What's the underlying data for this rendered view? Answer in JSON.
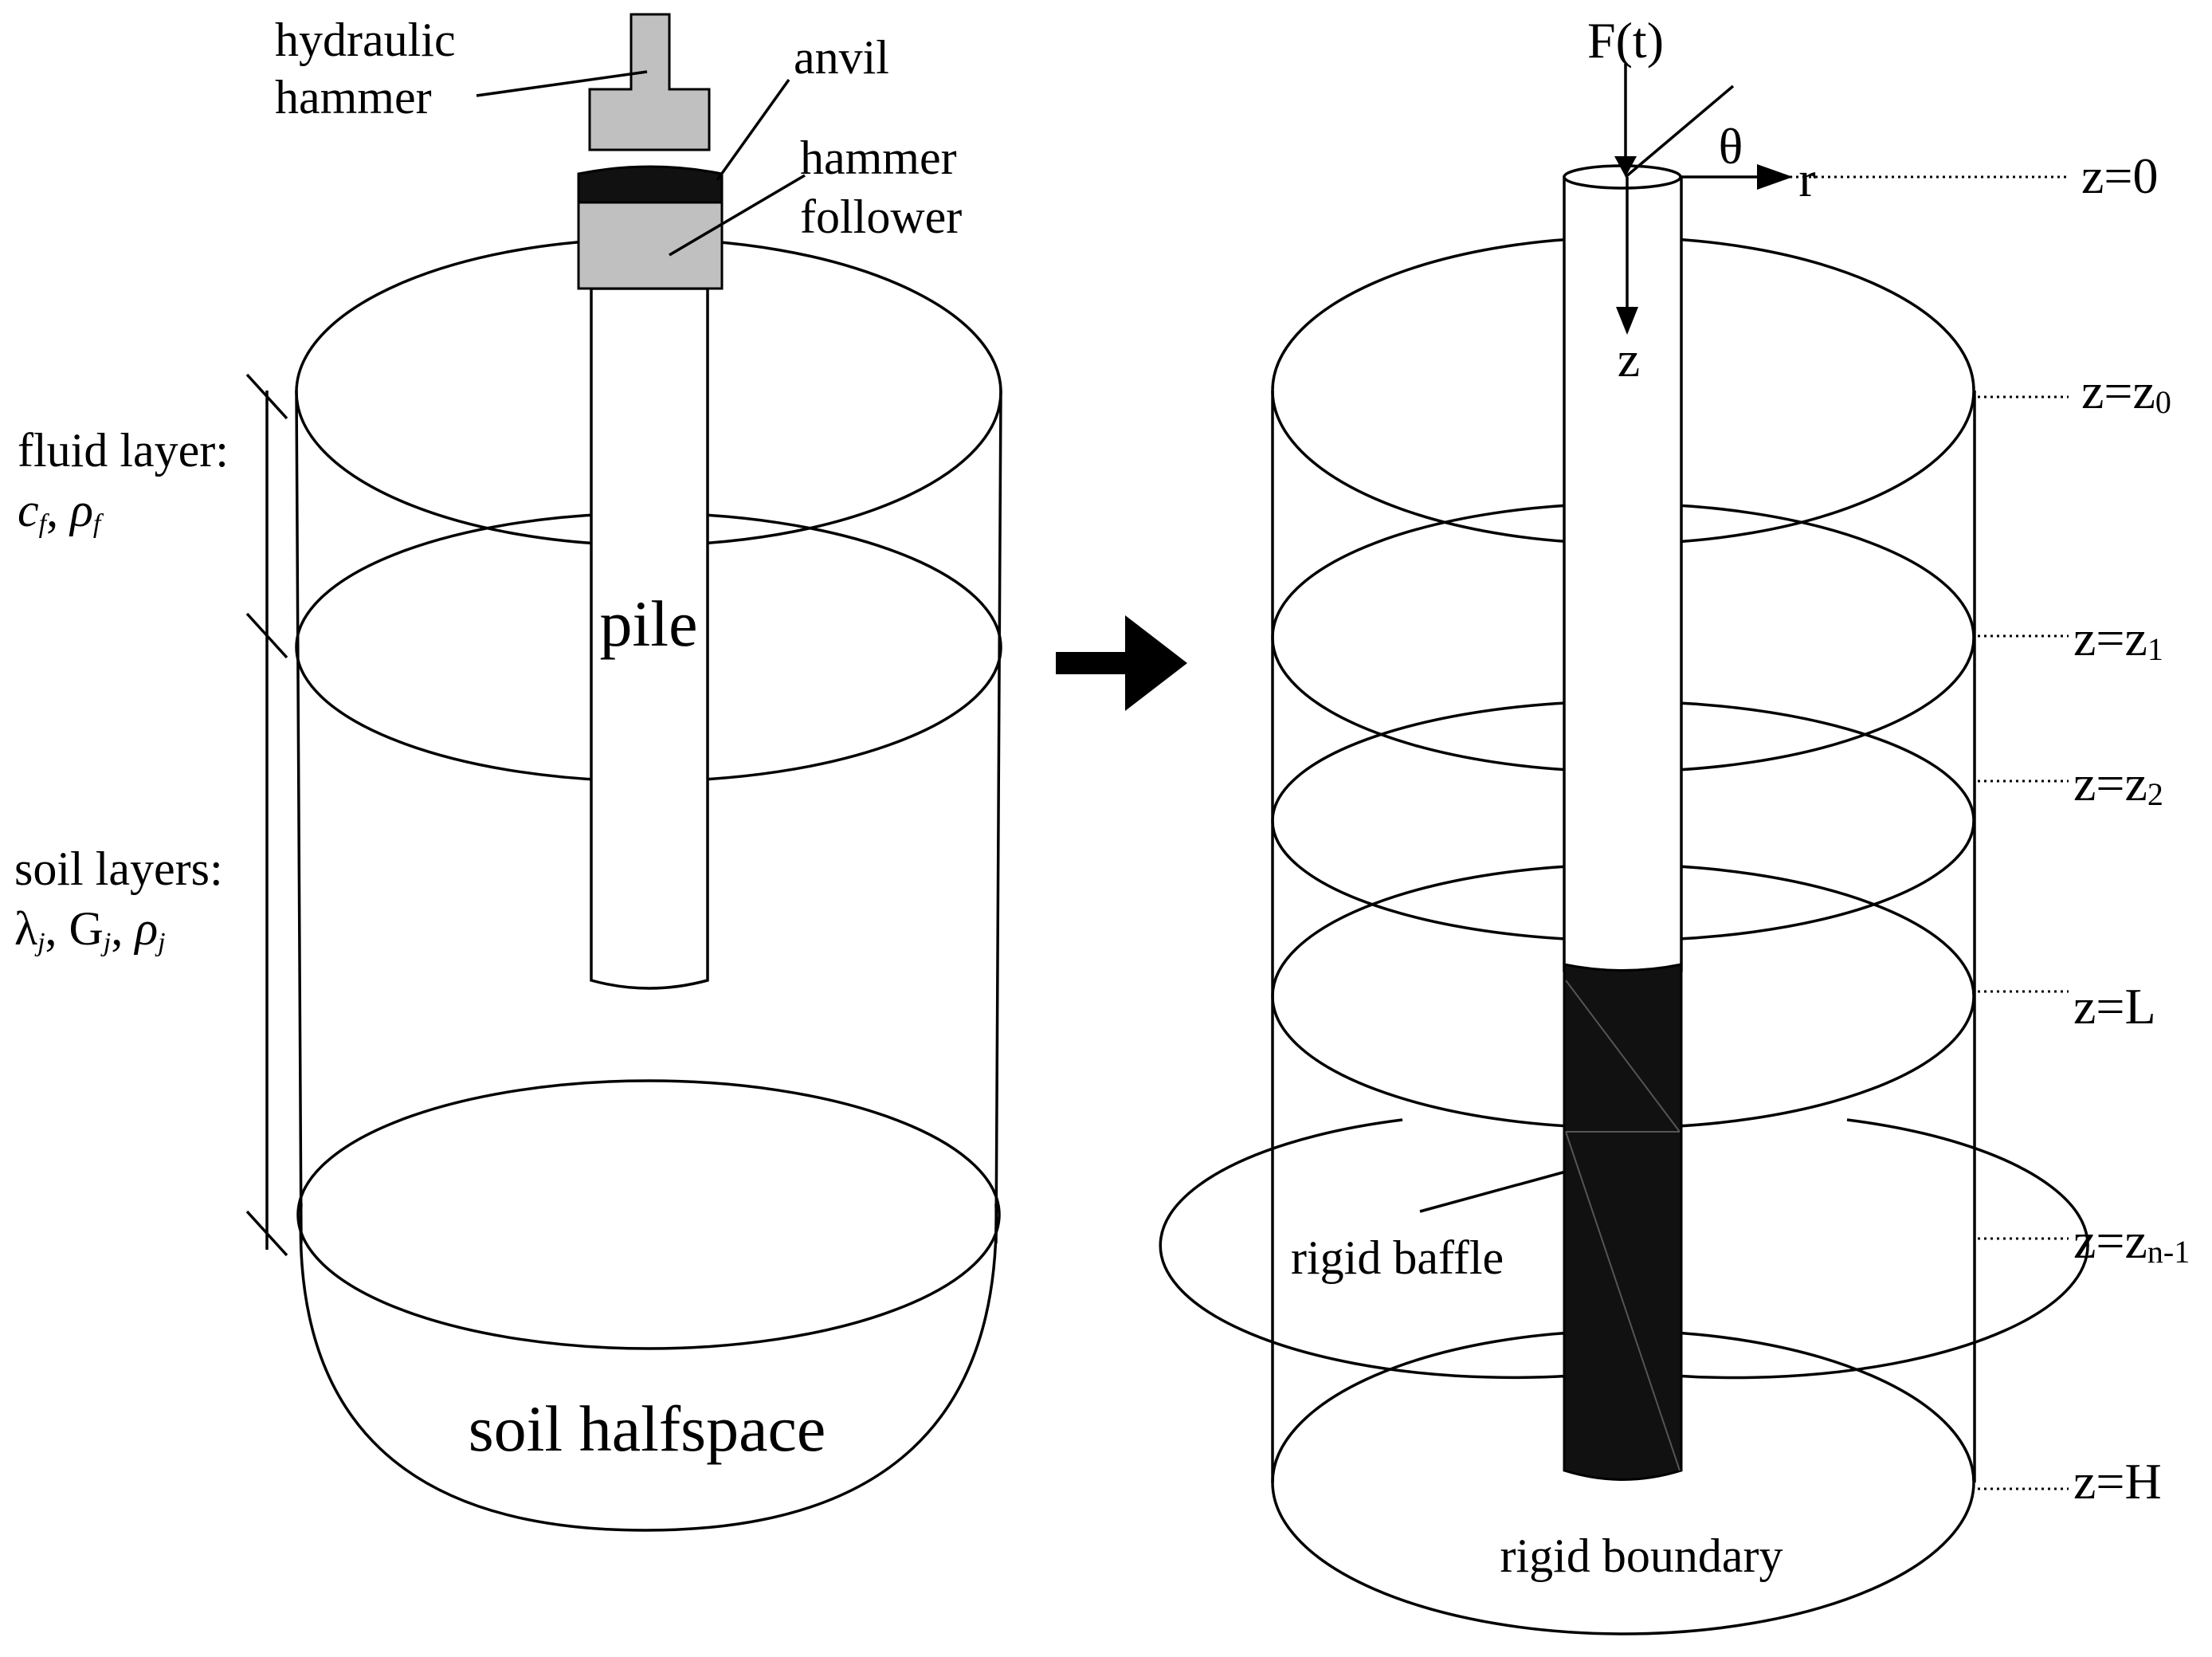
{
  "left_labels": {
    "hydraulic": "hydraulic",
    "hammer": "hammer",
    "anvil": "anvil",
    "hammer2": "hammer",
    "follower": "follower",
    "fluid_layer": "fluid layer:",
    "fluid_c": "c",
    "fluid_c_sub": "f",
    "fluid_rho": "ρ",
    "fluid_rho_sub": "f",
    "soil_layers": "soil layers:",
    "soil_lambda": "λ",
    "soil_lambda_sub": "j",
    "soil_G": "G",
    "soil_G_sub": "j",
    "soil_rho": "ρ",
    "soil_rho_sub": "j",
    "pile": "pile",
    "soil_halfspace": "soil halfspace"
  },
  "right_labels": {
    "force": "F(t)",
    "theta": "θ",
    "r": "r",
    "z_axis": "z",
    "rigid_baffle": "rigid baffle",
    "rigid_boundary": "rigid boundary"
  },
  "depth_labels": [
    {
      "base": "z=0",
      "sub": ""
    },
    {
      "base": "z=z",
      "sub": "0"
    },
    {
      "base": "z=z",
      "sub": "1"
    },
    {
      "base": "z=z",
      "sub": "2"
    },
    {
      "base": "z=L",
      "sub": ""
    },
    {
      "base": "z=z",
      "sub": "n-1"
    },
    {
      "base": "z=H",
      "sub": ""
    }
  ],
  "colors": {
    "line": "#000000",
    "hammer_fill": "#c0c0c0",
    "follower_fill": "#c0c0c0",
    "baffle_fill": "#111111"
  }
}
